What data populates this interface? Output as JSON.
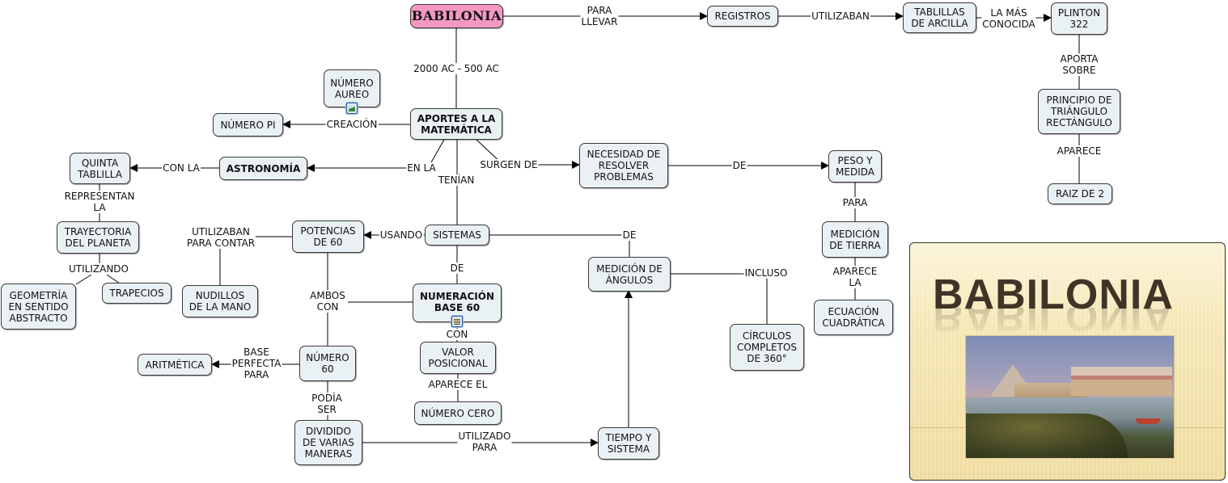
{
  "title": "BABILONIA",
  "nodes": {
    "babilonia": "BABILONIA",
    "registros": "REGISTROS",
    "tablillas_arcilla": "TABLILLAS\nDE ARCILLA",
    "plinton_322": "PLINTON\n322",
    "principio_triangulo": "PRINCIPIO DE\nTRIÁNGULO\nRECTÁNGULO",
    "raiz_de_2": "RAIZ DE 2",
    "numero_aureo": "NÚMERO\nAUREO",
    "numero_pi": "NÚMERO PI",
    "aportes": "APORTES A LA\nMATEMÁTICA",
    "quinta_tablilla": "QUINTA\nTABLILLA",
    "astronomia": "ASTRONOMÍA",
    "necesidad": "NECESIDAD DE\nRESOLVER\nPROBLEMAS",
    "peso_medida": "PESO Y\nMEDIDA",
    "trayectoria": "TRAYECTORIA\nDEL PLANETA",
    "potencias_60": "POTENCIAS\nDE 60",
    "sistemas": "SISTEMAS",
    "medicion_tierra": "MEDICIÓN\nDE TIERRA",
    "medicion_angulos": "MEDICIÓN DE\nÁNGULOS",
    "geometria": "GEOMETRÍA\nEN SENTIDO\nABSTRACTO",
    "trapecios": "TRAPECIOS",
    "nudillos": "NUDILLOS\nDE LA MANO",
    "numeracion_base_60": "NUMERACIÓN\nBASE 60",
    "ecuacion_cuadratica": "ECUACIÓN\nCUADRÁTICA",
    "circulos_360": "CÍRCULOS\nCOMPLETOS\nDE 360°",
    "valor_posicional": "VALOR\nPOSICIONAL",
    "aritmetica": "ARITMÉTICA",
    "numero_60": "NÚMERO\n60",
    "numero_cero": "NÚMERO CERO",
    "dividido": "DIVIDIDO\nDE VARIAS\nMANERAS",
    "tiempo_sistema": "TIEMPO Y\nSISTEMA"
  },
  "links": {
    "para_llevar": "PARA\nLLEVAR",
    "utilizaban": "UTILIZABAN",
    "la_mas_conocida": "LA MÁS\nCONOCIDA",
    "aporta_sobre": "APORTA\nSOBRE",
    "aparece": "APARECE",
    "periodo": "2000 AC - 500 AC",
    "creacion": "CREACIÓN",
    "con_la": "CON LA",
    "en_la": "EN LA",
    "tenian": "TENÍAN",
    "surgen_de": "SURGEN DE",
    "de_peso": "DE",
    "representan_la": "REPRESENTAN\nLA",
    "para": "PARA",
    "utilizaban_para_contar": "UTILIZABAN\nPARA CONTAR",
    "usando": "USANDO",
    "de_medicion": "DE",
    "utilizando": "UTILIZANDO",
    "de_numeracion": "DE",
    "incluso": "INCLUSO",
    "aparece_la": "APARECE\nLA",
    "ambos_con": "AMBOS\nCON",
    "con": "CON",
    "base_perfecta_para": "BASE\nPERFECTA\nPARA",
    "aparece_el": "APARECE EL",
    "podia_ser": "PODÍA\nSER",
    "utilizado_para": "UTILIZADO\nPARA"
  },
  "slide": {
    "title": "BABILONIA",
    "image_caption": "Babylonian palaces by the river illustration"
  },
  "colors": {
    "root_fill": "#f498c2",
    "node_fill": "#eaf1f4",
    "line": "#000000",
    "slide_bg": "#f5e7b5",
    "slide_title": "#3f3426"
  }
}
